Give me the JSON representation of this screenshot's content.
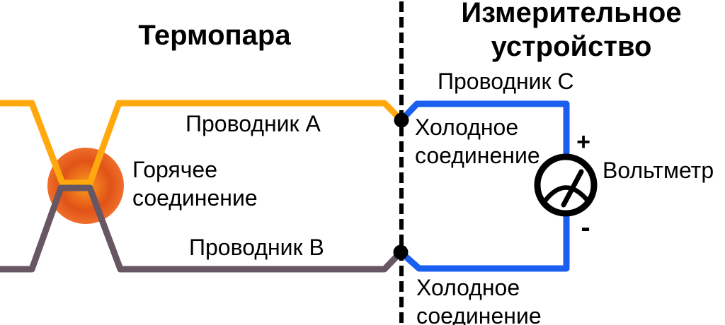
{
  "diagram": {
    "title_left": "Термопара",
    "title_right": "Измерительное\nустройство",
    "conductor_a_label": "Проводник A",
    "conductor_b_label": "Проводник B",
    "conductor_c_label": "Проводник C",
    "hot_junction_label": "Горячее\nсоединение",
    "cold_junction_top_label": "Холодное\nсоединение",
    "cold_junction_bottom_label": "Холодное\nсоединение",
    "voltmeter_label": "Вольтметр",
    "voltmeter_plus": "+",
    "voltmeter_minus": "-"
  },
  "colors": {
    "conductor_a": "#ffa90e",
    "conductor_b": "#675763",
    "conductor_c": "#1b5ff0",
    "junction_dot": "#000000",
    "divider": "#000000",
    "voltmeter": "#000000",
    "hot_ball_center": "#f9a01b",
    "hot_ball_inner": "#ee731c",
    "hot_ball_mid": "#e05317",
    "hot_ball_edge": "#ef6e2a"
  }
}
